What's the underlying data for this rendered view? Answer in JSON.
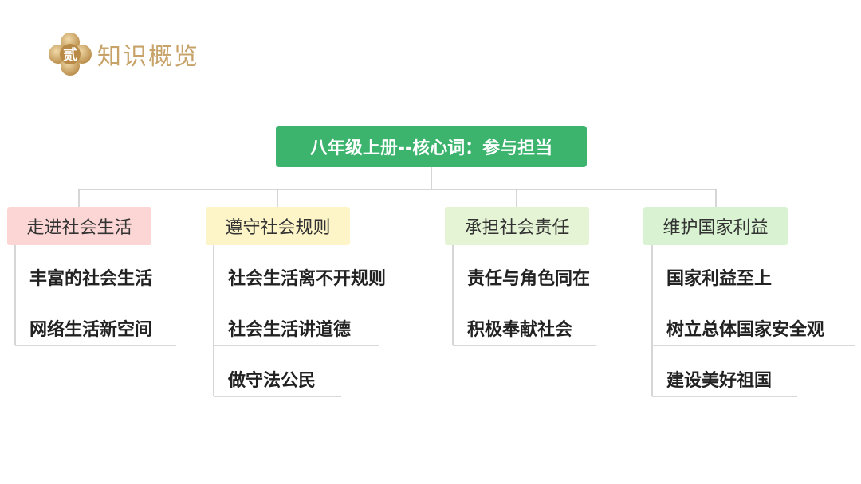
{
  "header": {
    "logo_char": "贰",
    "title": "知识概览"
  },
  "root": {
    "label": "八年级上册--核心词：参与担当"
  },
  "branches": [
    {
      "label": "走进社会生活",
      "color": "#fbd6d4",
      "items": [
        "丰富的社会生活",
        "网络生活新空间"
      ]
    },
    {
      "label": "遵守社会规则",
      "color": "#fdf4c8",
      "items": [
        "社会生活离不开规则",
        "社会生活讲道德",
        "做守法公民"
      ]
    },
    {
      "label": "承担社会责任",
      "color": "#e6f4d6",
      "items": [
        "责任与角色同在",
        "积极奉献社会"
      ]
    },
    {
      "label": "维护国家利益",
      "color": "#d8f2d2",
      "items": [
        "国家利益至上",
        "树立总体国家安全观",
        "建设美好祖国"
      ]
    }
  ],
  "colors": {
    "root_fill": "#3cb46e",
    "title_gold": "#c7a36a",
    "connector": "#c8c8c8"
  }
}
